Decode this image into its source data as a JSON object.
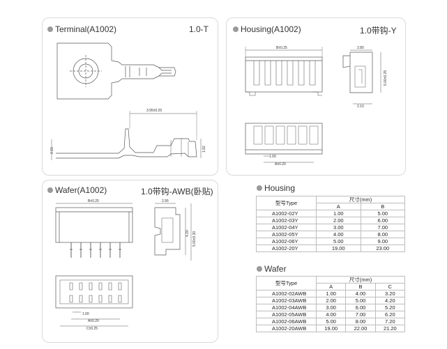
{
  "terminal": {
    "title": "Terminal(A1002)",
    "tag": "1.0-T",
    "dims": {
      "length": "3.95±0.25",
      "thickness": "0.15",
      "height": "1.82"
    }
  },
  "housing_panel": {
    "title": "Housing(A1002)",
    "tag": "1.0带钩-Y",
    "dims": {
      "b": "B±0.25",
      "depth": "2.80",
      "height": "5.00±0.25",
      "bottom": "2.10",
      "pitch": "1.00",
      "a": "A±0.20"
    }
  },
  "wafer_panel": {
    "title": "Wafer(A1002)",
    "tag": "1.0带钩-AWB(卧贴)",
    "dims": {
      "b": "B±0.25",
      "depth": "2.95",
      "h1": "4.20",
      "h2": "5.00±0.30",
      "pitch": "1.00",
      "a": "A±0.20",
      "c": "C±0.25"
    }
  },
  "housing_table": {
    "title": "Housing",
    "header_model": "型号Type",
    "header_dim": "尺寸(mm)",
    "columns": [
      "A",
      "B"
    ],
    "rows": [
      {
        "model": "A1002-02Y",
        "a": "1.00",
        "b": "5.00"
      },
      {
        "model": "A1002-03Y",
        "a": "2.00",
        "b": "6.00"
      },
      {
        "model": "A1002-04Y",
        "a": "3.00",
        "b": "7.00"
      },
      {
        "model": "A1002-05Y",
        "a": "4.00",
        "b": "8.00"
      },
      {
        "model": "A1002-06Y",
        "a": "5.00",
        "b": "9.00"
      },
      {
        "model": "A1002-20Y",
        "a": "19.00",
        "b": "23.00"
      }
    ]
  },
  "wafer_table": {
    "title": "Wafer",
    "header_model": "型号Type",
    "header_dim": "尺寸(mm)",
    "columns": [
      "A",
      "B",
      "C"
    ],
    "rows": [
      {
        "model": "A1002-02AWB",
        "a": "1.00",
        "b": "4.00",
        "c": "3.20"
      },
      {
        "model": "A1002-03AWB",
        "a": "2.00",
        "b": "5.00",
        "c": "4.20"
      },
      {
        "model": "A1002-04AWB",
        "a": "3.00",
        "b": "6.00",
        "c": "5.20"
      },
      {
        "model": "A1002-05AWB",
        "a": "4.00",
        "b": "7.00",
        "c": "6.20"
      },
      {
        "model": "A1002-06AWB",
        "a": "5.00",
        "b": "8.00",
        "c": "7.20"
      },
      {
        "model": "A1002-20AWB",
        "a": "19.00",
        "b": "22.00",
        "c": "21.20"
      }
    ]
  }
}
